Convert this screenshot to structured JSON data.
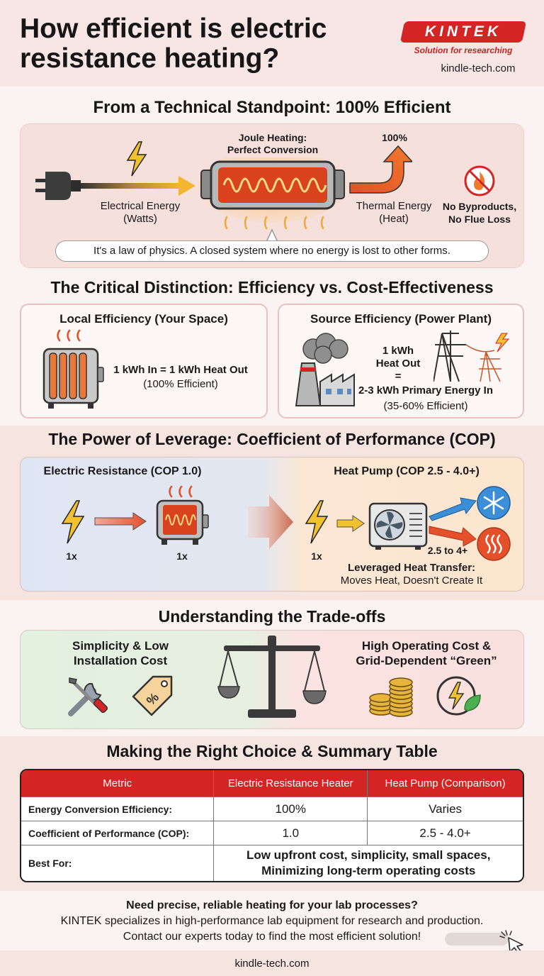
{
  "header": {
    "title_line1": "How efficient is electric",
    "title_line2": "resistance heating?",
    "logo": "KINTEK",
    "tagline": "Solution for researching",
    "site": "kindle-tech.com"
  },
  "section1": {
    "title": "From a Technical Standpoint: 100% Efficient",
    "joule_label_1": "Joule Heating:",
    "joule_label_2": "Perfect Conversion",
    "electrical_label_1": "Electrical Energy",
    "electrical_label_2": "(Watts)",
    "percent": "100%",
    "thermal_label_1": "Thermal Energy",
    "thermal_label_2": "(Heat)",
    "byproducts_label_1": "No Byproducts,",
    "byproducts_label_2": "No Flue Loss",
    "callout": "It's a law of physics. A closed system where no energy is lost to other forms."
  },
  "section2": {
    "title": "The Critical Distinction: Efficiency vs. Cost-Effectiveness",
    "local": {
      "heading": "Local Efficiency (Your Space)",
      "line1": "1 kWh In = 1 kWh Heat Out",
      "line2": "(100% Efficient)"
    },
    "source": {
      "heading": "Source Efficiency (Power Plant)",
      "line1": "1 kWh",
      "line2": "Heat Out",
      "line3": "=",
      "line4": "2-3 kWh Primary Energy In",
      "line5": "(35-60% Efficient)"
    }
  },
  "section3": {
    "title": "The Power of Leverage: Coefficient of Performance (COP)",
    "resistance_heading": "Electric Resistance (COP 1.0)",
    "heatpump_heading": "Heat Pump (COP 2.5 - 4.0+)",
    "res_in": "1x",
    "res_out": "1x",
    "hp_in": "1x",
    "hp_out": "2.5 to 4+",
    "caption1": "Leveraged Heat Transfer:",
    "caption2": "Moves Heat, Doesn't Create It"
  },
  "section4": {
    "title": "Understanding the Trade-offs",
    "left_1": "Simplicity & Low",
    "left_2": "Installation Cost",
    "right_1": "High Operating Cost &",
    "right_2": "Grid-Dependent “Green”"
  },
  "section5": {
    "title": "Making the Right Choice & Summary Table",
    "headers": [
      "Metric",
      "Electric Resistance Heater",
      "Heat Pump (Comparison)"
    ],
    "rows": [
      [
        "Energy Conversion Efficiency:",
        "100%",
        "Varies"
      ],
      [
        "Coefficient of Performance (COP):",
        "1.0",
        "2.5 - 4.0+"
      ]
    ],
    "best_for_label": "Best For:",
    "best_for_1": "Low upfront cost, simplicity, small spaces,",
    "best_for_2": "Minimizing long-term operating costs"
  },
  "footer": {
    "question": "Need precise, reliable heating for your lab processes?",
    "line1": "KINTEK specializes in high-performance lab equipment for research and production.",
    "line2": "Contact our experts today to find the most efficient solution!",
    "site": "kindle-tech.com"
  },
  "colors": {
    "brand_red": "#d42424",
    "heat_orange": "#f07a2a",
    "energy_yellow": "#f2c12e",
    "cool_blue": "#3a8fd8"
  }
}
